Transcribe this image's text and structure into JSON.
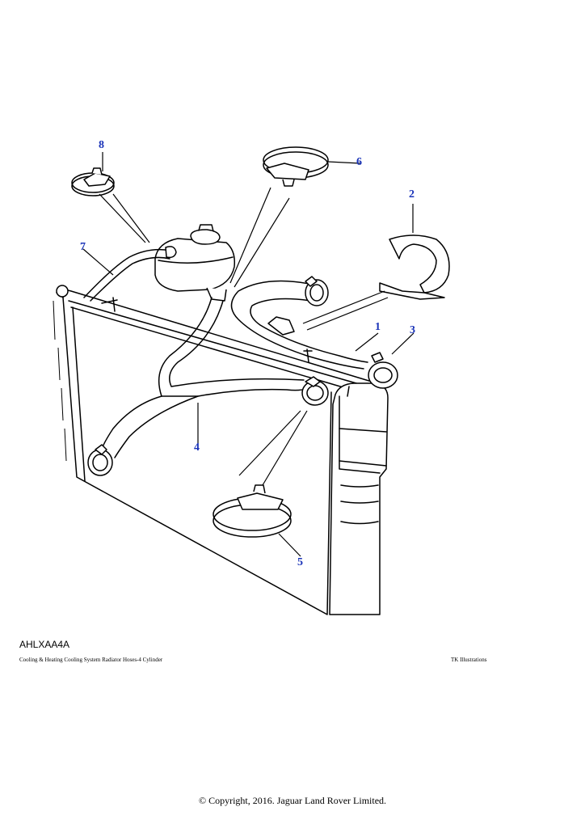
{
  "diagram": {
    "callouts": [
      "1",
      "2",
      "3",
      "4",
      "5",
      "6",
      "7",
      "8"
    ],
    "callout_color": "#1a33b8"
  },
  "footer": {
    "code": "AHLXAA4A",
    "caption": "Cooling & Heating Cooling System Radiator Hoses-4 Cylinder",
    "credit": "TK Illustrations",
    "copyright": "© Copyright, 2016. Jaguar Land Rover Limited."
  }
}
